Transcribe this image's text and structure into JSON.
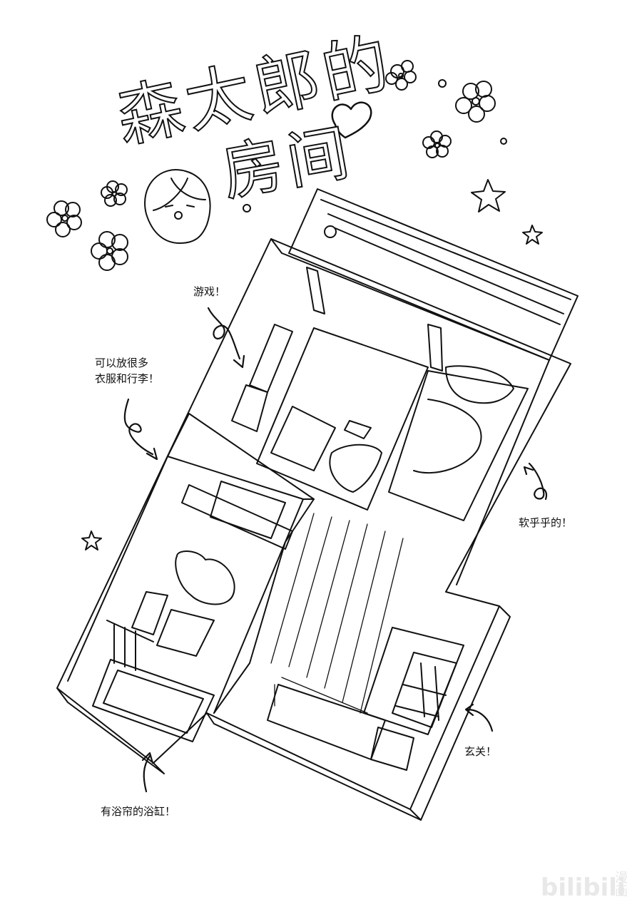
{
  "title": {
    "line1": "森太郎的",
    "line2": "房间"
  },
  "labels": {
    "game": "游戏！",
    "closet_line1": "可以放很多",
    "closet_line2": "衣服和行李！",
    "soft": "软乎乎的！",
    "entry": "玄关！",
    "bath": "有浴帘的浴缸！"
  },
  "watermark": {
    "brand": "bilibili",
    "brand_suffix": "漫画"
  },
  "icons": [
    "heart-icon",
    "flower-icon",
    "star-icon",
    "character-face-icon"
  ],
  "colors": {
    "ink": "#111111",
    "paper": "#ffffff",
    "watermark": "#e8e8e8"
  }
}
